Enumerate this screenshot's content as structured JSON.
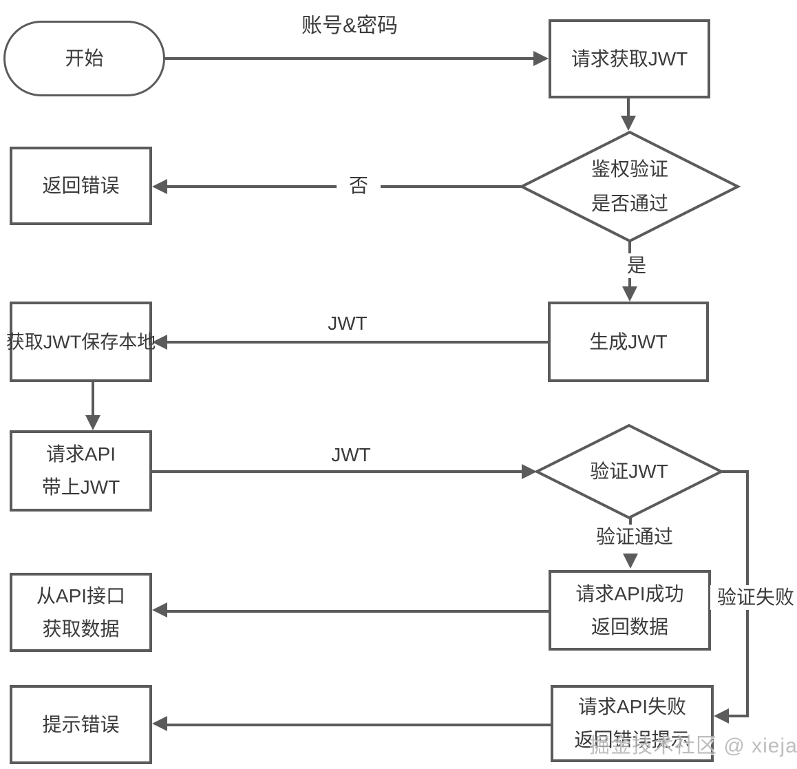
{
  "nodes": {
    "start": {
      "label": "开始"
    },
    "request_get_jwt": {
      "label": "请求获取JWT"
    },
    "auth_check": {
      "lines": [
        "鉴权验证",
        "是否通过"
      ]
    },
    "return_error": {
      "label": "返回错误"
    },
    "generate_jwt": {
      "label": "生成JWT"
    },
    "save_jwt_local": {
      "label": "获取JWT保存本地"
    },
    "request_api_with_jwt": {
      "lines": [
        "请求API",
        "带上JWT"
      ]
    },
    "verify_jwt": {
      "label": "验证JWT"
    },
    "api_success": {
      "lines": [
        "请求API成功",
        "返回数据"
      ]
    },
    "get_data_from_api": {
      "lines": [
        "从API接口",
        "获取数据"
      ]
    },
    "api_fail": {
      "lines": [
        "请求API失败",
        "返回错误提示"
      ]
    },
    "show_error": {
      "label": "提示错误"
    }
  },
  "edge_labels": {
    "account_password": "账号&密码",
    "no": "否",
    "yes": "是",
    "jwt_to_local": "JWT",
    "jwt_to_verify": "JWT",
    "verify_pass": "验证通过",
    "verify_fail": "验证失败"
  },
  "watermark": {
    "text": "掘金技术社区 @ xiejava"
  },
  "colors": {
    "line": "#5b5b5b",
    "text": "#3a3a3a",
    "watermark": "#b3b3b3",
    "background": "#ffffff"
  }
}
